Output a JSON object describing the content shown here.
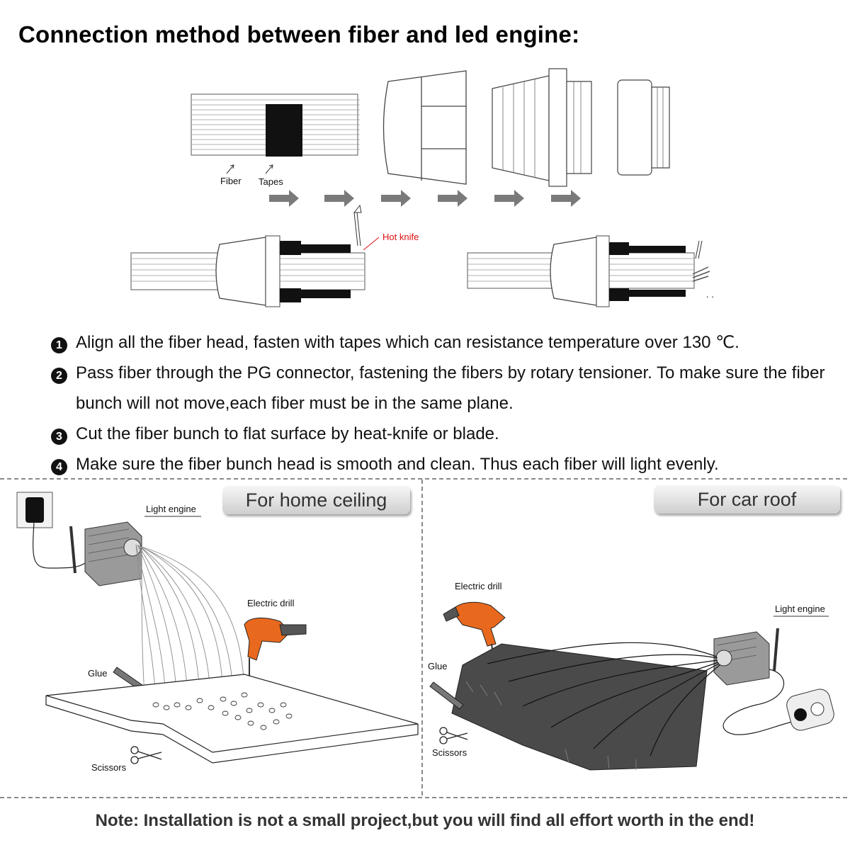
{
  "title": "Connection method between fiber and led engine:",
  "top_diagram": {
    "fiber_label": "Fiber",
    "tapes_label": "Tapes",
    "hot_knife_label": "Hot knife",
    "ellipsis": ". ."
  },
  "steps": [
    {
      "num": "1",
      "text": "Align all the fiber head, fasten with tapes which can resistance temperature over 130 ℃."
    },
    {
      "num": "2",
      "text": "Pass fiber through the PG connector, fastening the fibers by rotary tensioner. To make sure the fiber bunch will not move,each fiber must be in the same plane."
    },
    {
      "num": "3",
      "text": "Cut the fiber bunch to flat surface by heat-knife or blade."
    },
    {
      "num": "4",
      "text": "Make sure the fiber bunch head is smooth and clean. Thus each fiber will light evenly."
    }
  ],
  "home_panel": {
    "title": "For home ceiling",
    "light_engine": "Light engine",
    "electric_drill": "Electric drill",
    "glue": "Glue",
    "scissors": "Scissors"
  },
  "car_panel": {
    "title": "For car roof",
    "electric_drill": "Electric drill",
    "light_engine": "Light engine",
    "glue": "Glue",
    "scissors": "Scissors"
  },
  "note": "Note: Installation is not a small project,but you will find all effort worth in the end!",
  "colors": {
    "drill_orange": "#e8691e",
    "hot_knife_red": "#e01010",
    "arrow_gray": "#7a7a7a",
    "board_dark": "#4a4a4a"
  }
}
